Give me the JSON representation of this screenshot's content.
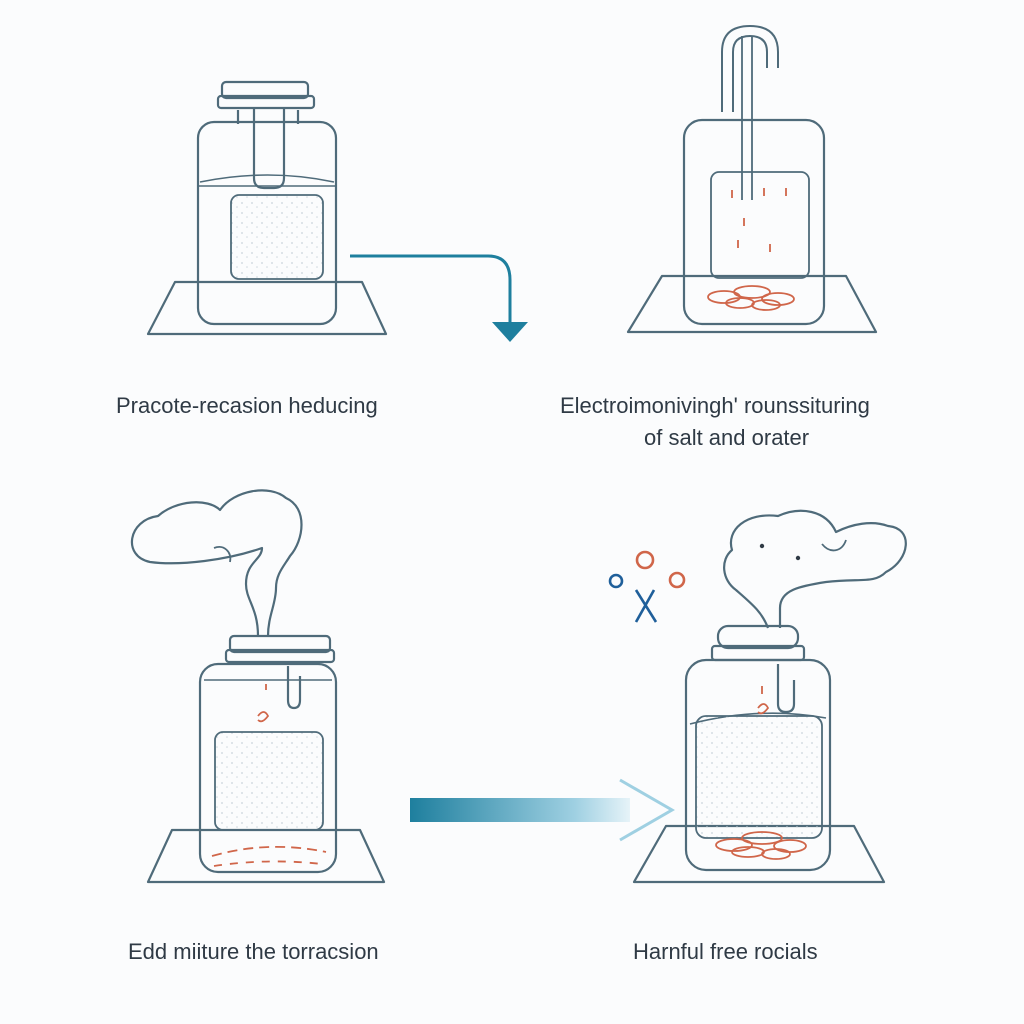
{
  "captions": {
    "step1": "Pracote-recasion heducing",
    "step2_line1": "Electroimonivingh' rounssituring",
    "step2_line2": "of salt and orater",
    "step3": "Edd miiture the torracsion",
    "step4": "Harnful free rocials"
  },
  "colors": {
    "outline": "#4f6b7a",
    "accent": "#1e7f9e",
    "residue": "#d0664a",
    "molecule_blue": "#1f5f9a",
    "background": "#fbfcfd"
  },
  "icons": {
    "arrow_top": "bent-down-arrow",
    "arrow_bottom": "gradient-right-arrow",
    "molecule": "free-radical-molecule-icon",
    "vapor": "steam-cloud-icon"
  }
}
